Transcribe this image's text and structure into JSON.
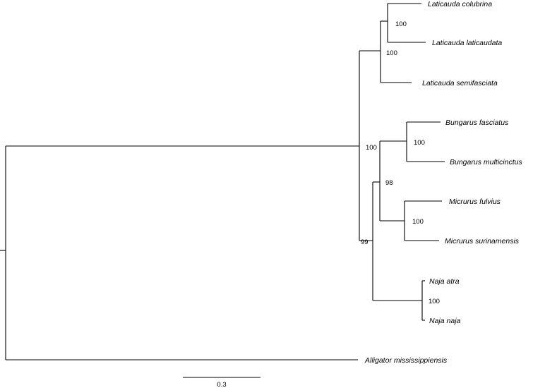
{
  "tree": {
    "taxa": [
      "Laticauda colubrina",
      "Laticauda laticaudata",
      "Laticauda semifasciata",
      "Bungarus fasciatus",
      "Bungarus multicinctus",
      "Micrurus fulvius",
      "Micrurus surinamensis",
      "Naja atra",
      "Naja naja",
      "Alligator mississippiensis"
    ],
    "support_values": [
      "100",
      "100",
      "100",
      "100",
      "100",
      "98",
      "99",
      "100"
    ],
    "scale_bar": {
      "label": "0.3",
      "length": 0.3
    }
  }
}
